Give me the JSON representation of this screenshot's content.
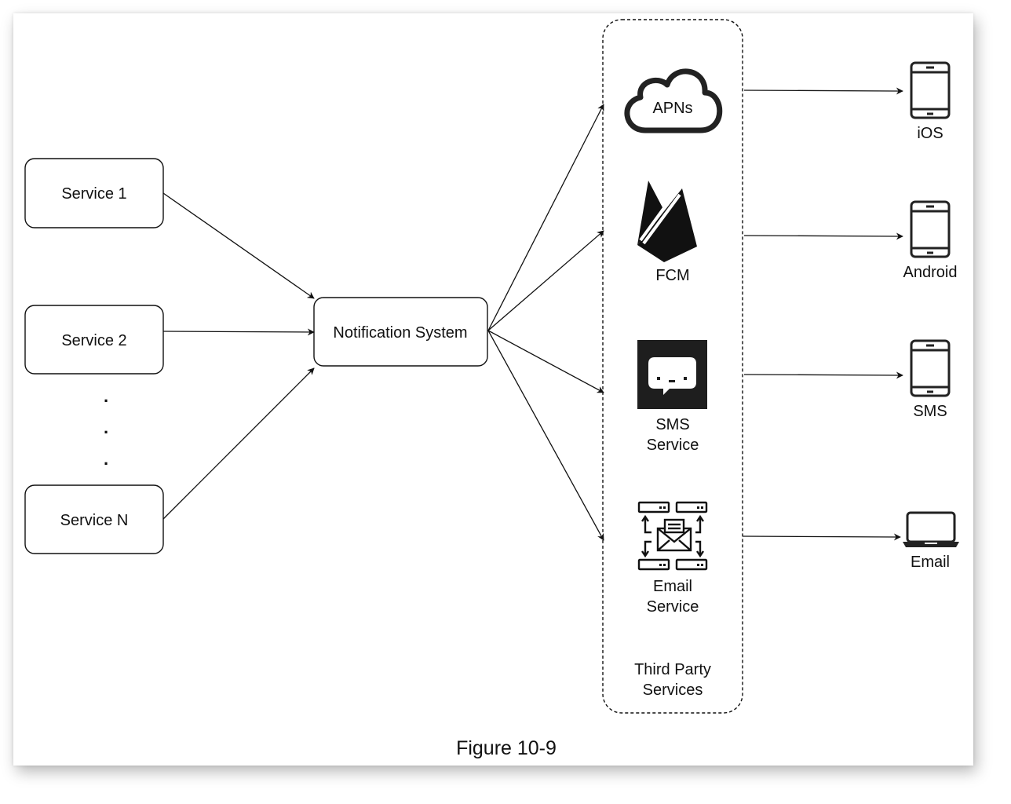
{
  "services": [
    {
      "label": "Service 1"
    },
    {
      "label": "Service 2"
    },
    {
      "label": "Service N"
    }
  ],
  "ellipsis": ".",
  "hub": {
    "label": "Notification System"
  },
  "third_party": {
    "group_label_line1": "Third Party",
    "group_label_line2": "Services",
    "providers": [
      {
        "icon": "cloud-icon",
        "label": "APNs"
      },
      {
        "icon": "firebase-icon",
        "label": "FCM"
      },
      {
        "icon": "chat-bubble-icon",
        "label_line1": "SMS",
        "label_line2": "Service"
      },
      {
        "icon": "email-server-icon",
        "label_line1": "Email",
        "label_line2": "Service"
      }
    ]
  },
  "devices": [
    {
      "icon": "smartphone-icon",
      "label": "iOS"
    },
    {
      "icon": "smartphone-icon",
      "label": "Android"
    },
    {
      "icon": "smartphone-icon",
      "label": "SMS"
    },
    {
      "icon": "laptop-icon",
      "label": "Email"
    }
  ],
  "caption": "Figure 10-9"
}
